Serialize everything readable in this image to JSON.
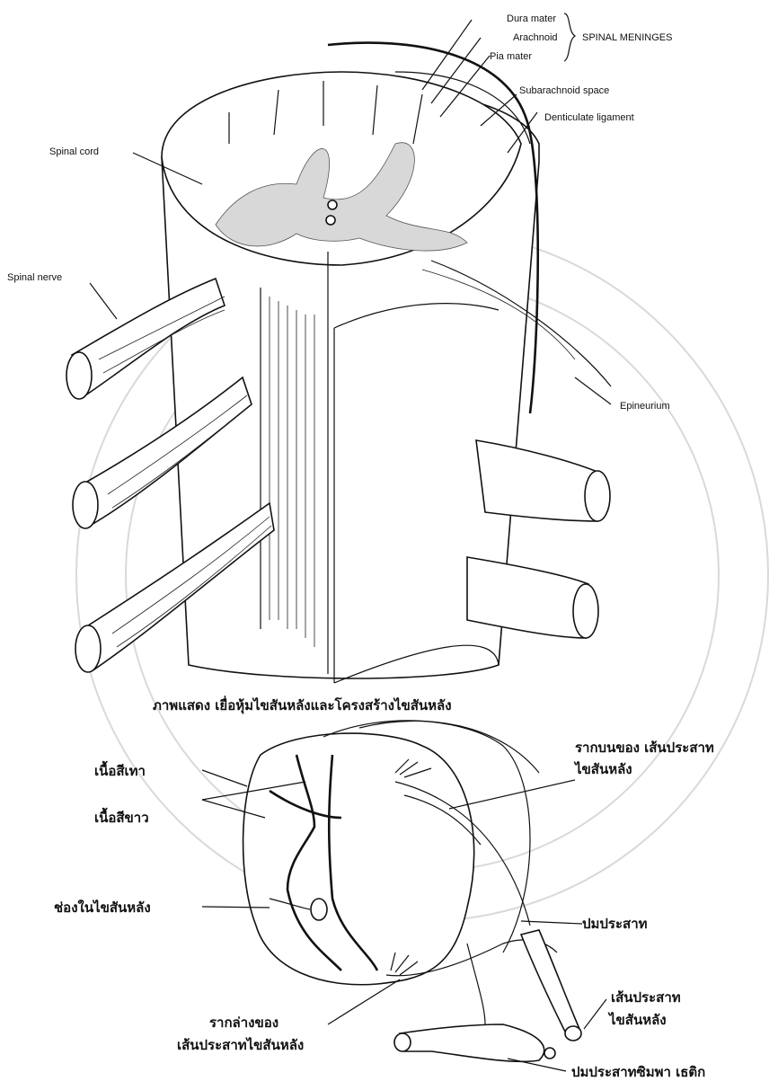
{
  "top_diagram": {
    "labels": {
      "dura_mater": "Dura mater",
      "arachnoid": "Arachnoid",
      "pia_mater": "Pia mater",
      "spinal_meninges": "SPINAL MENINGES",
      "subarachnoid_space": "Subarachnoid space",
      "denticulate_ligament": "Denticulate ligament",
      "spinal_cord": "Spinal cord",
      "spinal_nerve": "Spinal nerve",
      "epineurium": "Epineurium"
    },
    "caption": "ภาพแสดง เยื่อหุ้มไขสันหลังและโครงสร้างไขสันหลัง"
  },
  "bottom_diagram": {
    "labels": {
      "gray_matter": "เนื้อสีเทา",
      "white_matter": "เนื้อสีขาว",
      "central_canal": "ช่องในไขสันหลัง",
      "dorsal_root_1": "รากบนของ เส้นประสาท",
      "dorsal_root_2": "ไขสันหลัง",
      "ganglion": "ปมประสาท",
      "spinal_nerve_1": "เส้นประสาท",
      "spinal_nerve_2": "ไขสันหลัง",
      "ventral_root_1": "รากล่างของ",
      "ventral_root_2": "เส้นประสาทไขสันหลัง",
      "sympathetic_ganglion": "ปมประสาทซิมพา เธติก"
    }
  }
}
